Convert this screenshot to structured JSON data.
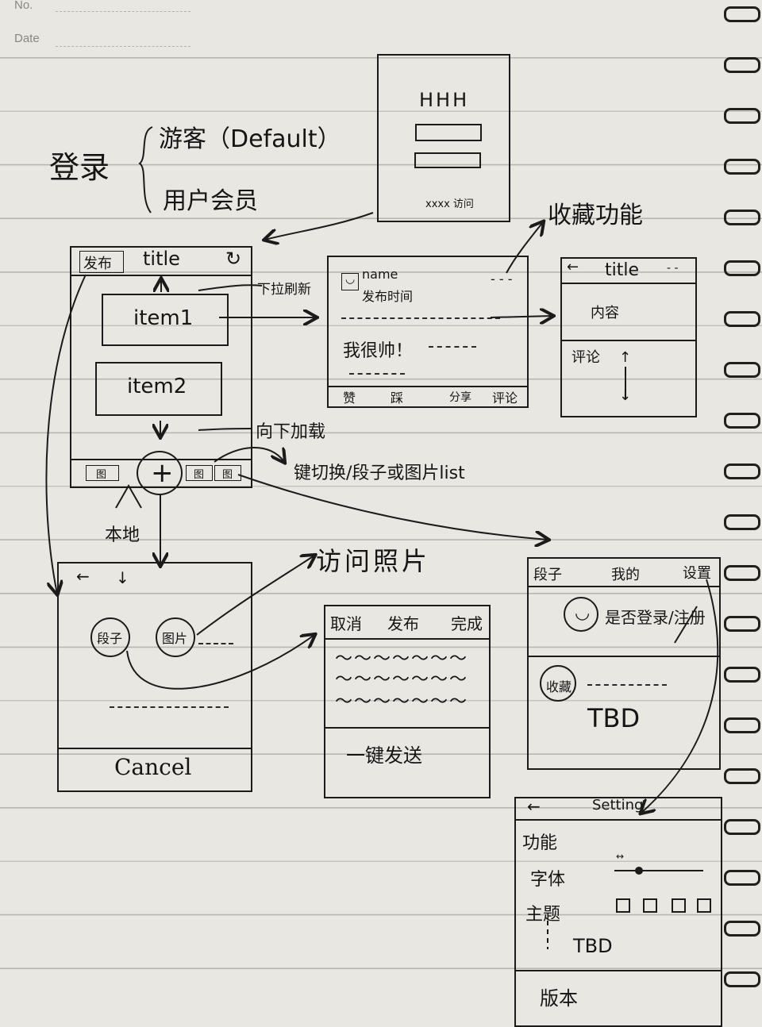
{
  "header": {
    "no_label": "No.",
    "date_label": "Date"
  },
  "login": {
    "label": "登录",
    "option_guest": "游客（Default）",
    "option_member": "用户会员"
  },
  "login_screen": {
    "title": "HHH",
    "footer": "xxxx 访问"
  },
  "main_screen": {
    "publish_button": "发布",
    "title": "title",
    "items": [
      "item1",
      "item2"
    ],
    "tabs": [
      "图",
      "图",
      "图"
    ]
  },
  "annotations": {
    "pull_refresh": "下拉刷新",
    "load_more": "向下加载",
    "switch_gallery": "键切换/段子或图片list",
    "local": "本地",
    "visit_photos": "访问照片",
    "favorites": "收藏功能"
  },
  "detail_screen": {
    "name": "name",
    "publish_time": "发布时间",
    "more": "- - -",
    "body": "我很帅！",
    "actions": [
      "赞",
      "踩",
      "分享",
      "评论"
    ]
  },
  "comment_screen": {
    "back": "←",
    "title": "title",
    "more": "- -",
    "content": "内容",
    "comments": "评论"
  },
  "compose_screen": {
    "back": "←",
    "joke": "段子",
    "image": "图片",
    "cancel": "Cancel"
  },
  "photo_screen": {
    "cancel": "取消",
    "publish": "发布",
    "confirm": "完成",
    "one_key": "一键发送"
  },
  "profile_screen": {
    "tab1": "段子",
    "tab2": "我的",
    "settings": "设置",
    "login_status": "是否登录/注册",
    "favorites": "收藏",
    "tbd": "TBD"
  },
  "settings_screen": {
    "back": "←",
    "title": "Setting",
    "features": "功能",
    "font": "字体",
    "theme": "主题",
    "tbd": "TBD",
    "version": "版本"
  }
}
